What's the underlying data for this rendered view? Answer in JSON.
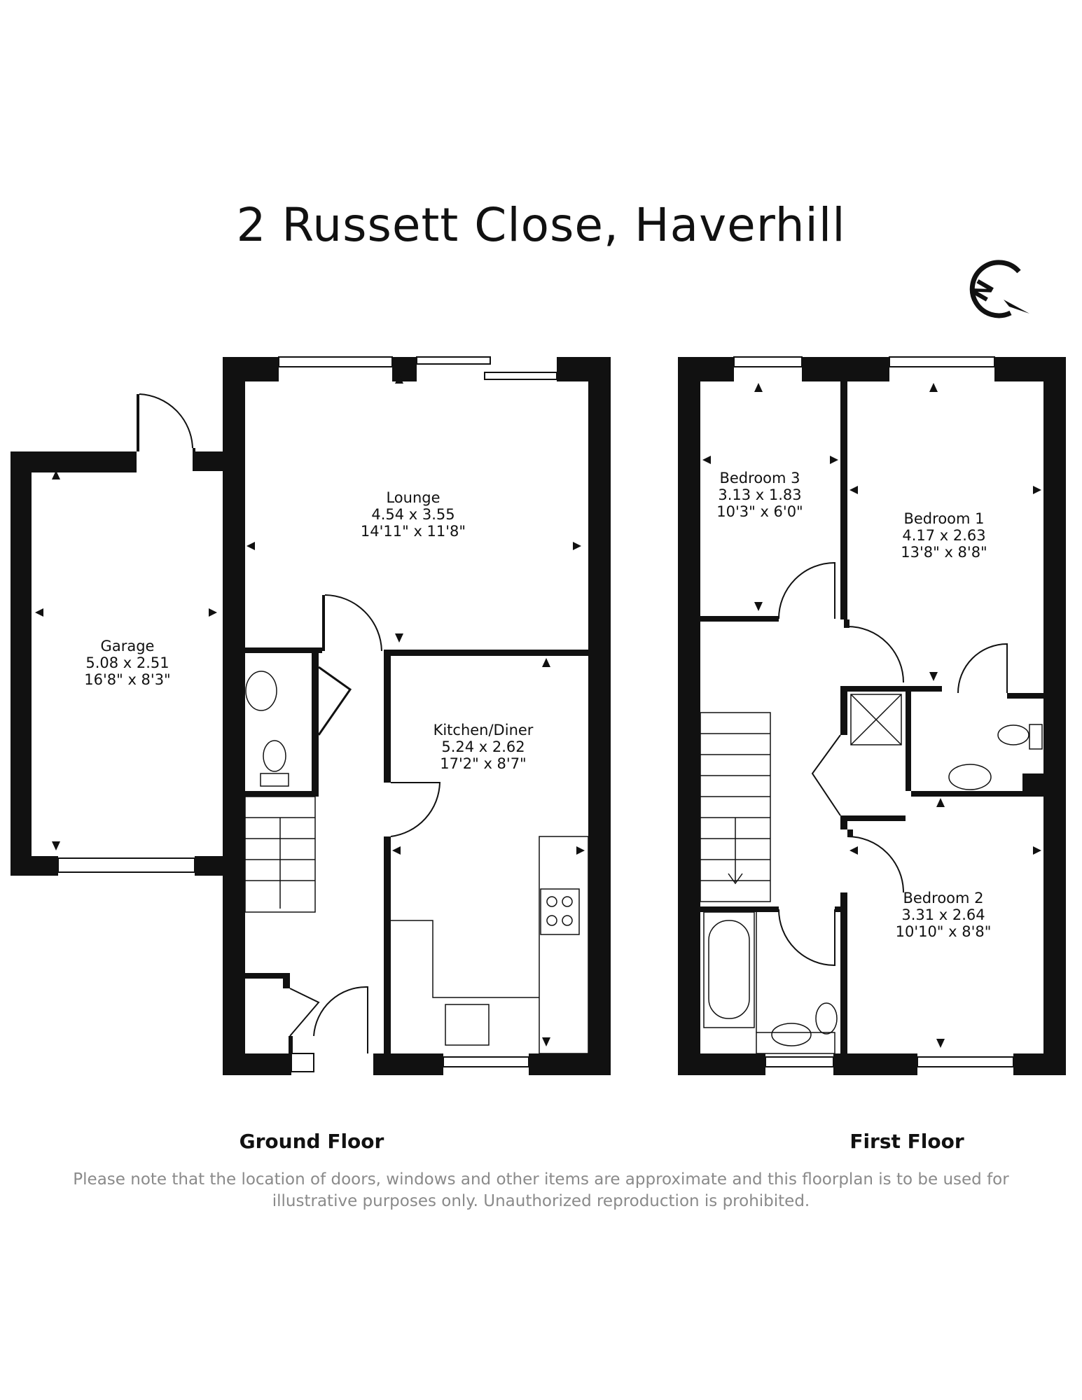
{
  "title": "2 Russett Close, Haverhill",
  "compass": {
    "letter": "N",
    "icon": "north-compass-icon"
  },
  "floors": [
    {
      "label": "Ground Floor",
      "rooms": [
        {
          "name": "Lounge",
          "metric": "4.54 x 3.55",
          "imperial": "14'11\" x 11'8\""
        },
        {
          "name": "Garage",
          "metric": "5.08 x 2.51",
          "imperial": "16'8\" x 8'3\""
        },
        {
          "name": "Kitchen/Diner",
          "metric": "5.24 x 2.62",
          "imperial": "17'2\" x 8'7\""
        }
      ]
    },
    {
      "label": "First Floor",
      "rooms": [
        {
          "name": "Bedroom 3",
          "metric": "3.13 x 1.83",
          "imperial": "10'3\" x 6'0\""
        },
        {
          "name": "Bedroom 1",
          "metric": "4.17 x 2.63",
          "imperial": "13'8\" x 8'8\""
        },
        {
          "name": "Bedroom 2",
          "metric": "3.31 x 2.64",
          "imperial": "10'10\" x 8'8\""
        }
      ]
    }
  ],
  "disclaimer": "Please note that the location of doors, windows and other items are approximate and this floorplan is to be used for illustrative purposes only. Unauthorized reproduction is prohibited."
}
